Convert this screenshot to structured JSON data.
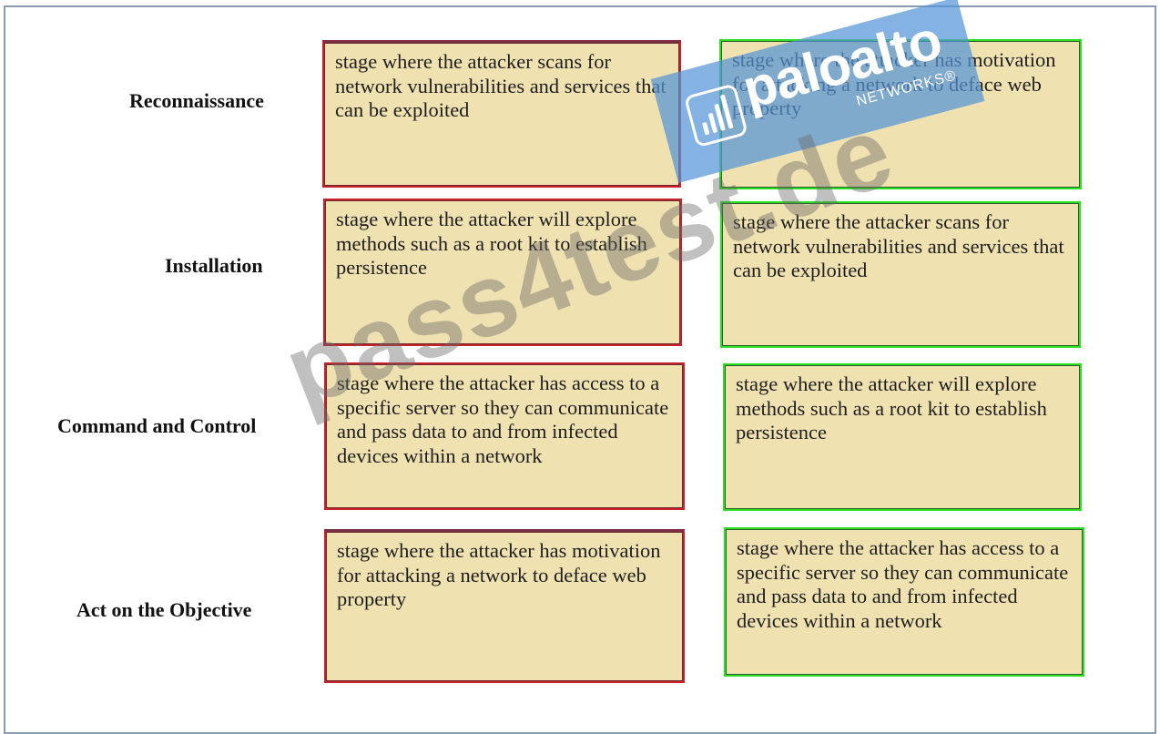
{
  "labels": [
    "Reconnaissance",
    "Installation",
    "Command and Control",
    "Act on the Objective"
  ],
  "left_boxes": [
    "stage where the attacker scans for network vulnerabilities and services that can be exploited",
    "stage where the attacker will explore methods such as a root kit to establish persistence",
    "stage where the attacker has access to a specific server so they can communicate and pass data to and from infected devices within a network",
    "stage where the attacker has motivation for attacking a network to deface web property"
  ],
  "right_boxes": [
    "stage where the attacker has motivation for attacking a network to deface web property",
    "stage where the attacker scans for network vulnerabilities and services that can be exploited",
    "stage where the attacker will explore methods such as a root kit to establish persistence",
    "stage where the attacker has access to a specific server so they can communicate and pass data to and from infected devices within a network"
  ],
  "watermarks": {
    "logo_brand": "paloalto",
    "logo_sub": "NETWORKS®",
    "site": "pass4test.de"
  },
  "colors": {
    "box_fill": "#efe1b0",
    "left_border": "#c8202c",
    "right_border": "#29e21f",
    "logo_bg": "#5494d7"
  },
  "icons": [
    "paloalto-logo-icon"
  ]
}
